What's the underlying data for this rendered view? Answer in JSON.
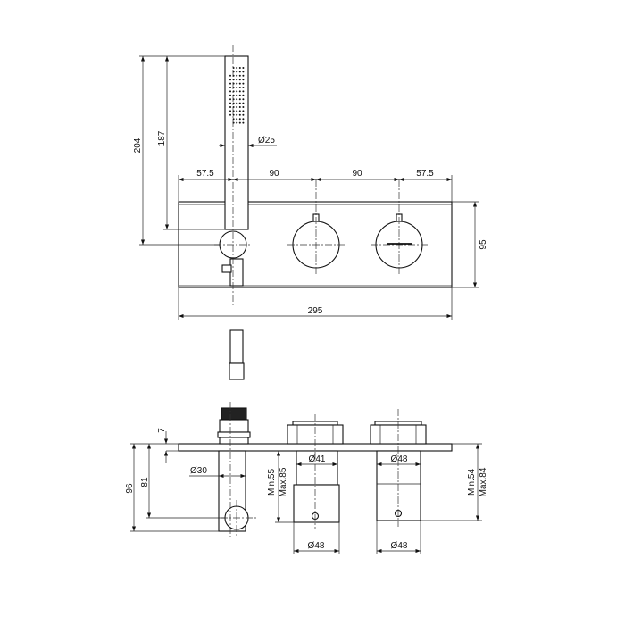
{
  "drawing": {
    "title": "Thermostatic shower mixer technical drawing",
    "top_view": {
      "width_segments": [
        "57.5",
        "90",
        "90",
        "57.5"
      ],
      "overall_width": "295",
      "plate_height": "95",
      "shower_height_total": "204",
      "shower_height": "187",
      "shower_diameter": "Ø25"
    },
    "side_view": {
      "plate_thickness": "7",
      "depth_total": "96",
      "outlet_depth": "81",
      "outlet_diameter": "Ø30",
      "left_knob_diameter": "Ø41",
      "right_knob_diameter": "Ø48",
      "left_body_diameter": "Ø48",
      "right_body_diameter": "Ø48",
      "left_min": "Min.55",
      "left_max": "Max.85",
      "right_min": "Min.54",
      "right_max": "Max.84"
    }
  }
}
